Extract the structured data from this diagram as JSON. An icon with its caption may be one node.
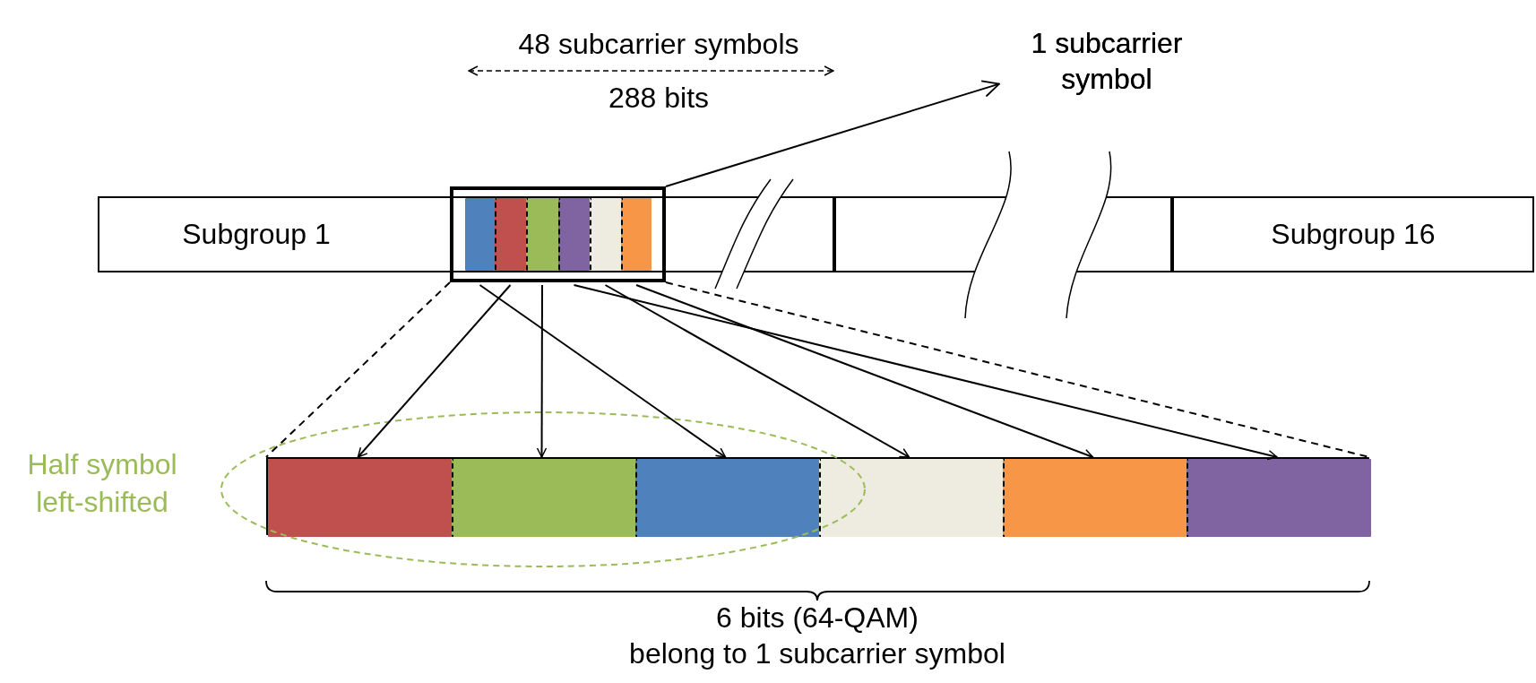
{
  "diagram": {
    "nodes": [
      {
        "text": [
          "Subgroup 1"
        ]
      },
      {
        "text": [],
        "shape": "box"
      },
      {
        "text": [],
        "shape": "bar"
      },
      {
        "text": [],
        "shape": "bar"
      },
      {
        "text": [],
        "shape": "bar"
      },
      {
        "text": [],
        "shape": "bar"
      },
      {
        "text": [],
        "shape": "bar"
      },
      {
        "text": [],
        "shape": "bar"
      },
      {
        "text": [],
        "shape": "box"
      },
      {
        "text": [
          "Subgroup 16"
        ]
      },
      {
        "text": [],
        "shape": "bar"
      },
      {
        "text": [],
        "shape": "bar",
        "in": 10
      },
      {
        "text": [],
        "shape": "bar",
        "in": 10
      },
      {
        "text": [],
        "shape": "bar",
        "in": 10
      },
      {
        "text": [],
        "shape": "bar",
        "in": 10
      },
      {
        "text": [],
        "shape": "bar",
        "in": 10
      },
      {
        "text": [],
        "shape": "bar",
        "in": 10
      },
      {
        "text": [
          "1 subcarrier symbol"
        ]
      }
    ],
    "edges": [
      {
        "from": 2,
        "to": 13,
        "arrow": "to"
      },
      {
        "from": 3,
        "to": 11,
        "arrow": "to"
      },
      {
        "from": 4,
        "to": 12,
        "arrow": "to"
      },
      {
        "from": 5,
        "to": 16,
        "arrow": "to"
      },
      {
        "from": 6,
        "to": 14,
        "arrow": "to"
      },
      {
        "from": 7,
        "to": 15,
        "arrow": "to"
      },
      {
        "from": 1,
        "to": 10,
        "arrow": "none",
        "style": "dashed"
      },
      {
        "from": 1,
        "to": 10,
        "arrow": "none",
        "style": "dashed"
      },
      {
        "from": 1,
        "to": 17,
        "arrow": "to"
      }
    ],
    "labels": [
      "48 subcarrier symbols",
      "288 bits",
      "Half symbol left-shifted",
      "6 bits (64-QAM)",
      "belong to 1 subcarrier symbol"
    ]
  }
}
